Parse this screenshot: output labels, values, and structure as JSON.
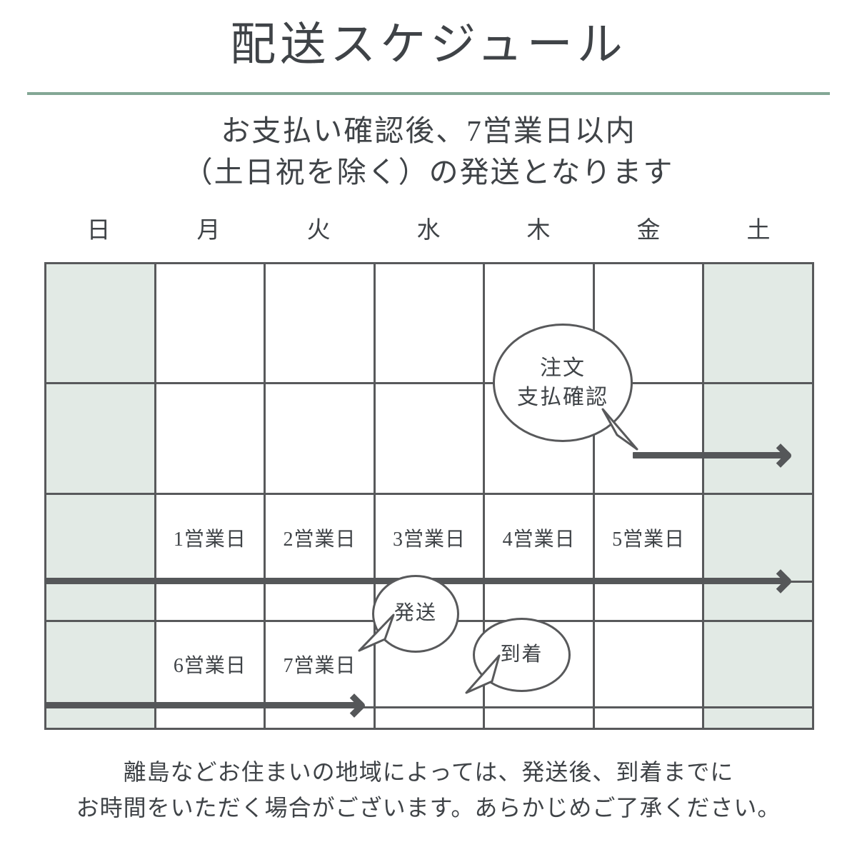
{
  "header": {
    "title": "配送スケジュール",
    "rule_color": "#83a795",
    "subtitle_lines": [
      "お支払い確認後、7営業日以内",
      "（土日祝を除く）の発送となります"
    ]
  },
  "calendar": {
    "weekday_headers": [
      "日",
      "月",
      "火",
      "水",
      "木",
      "金",
      "土"
    ],
    "weekend_fill_color": "#e2eae5",
    "grid_line_color": "#58595b",
    "rows": [
      {
        "cells": [
          "",
          "",
          "",
          "",
          "",
          "",
          ""
        ]
      },
      {
        "cells": [
          "",
          "",
          "",
          "",
          "",
          "",
          ""
        ]
      },
      {
        "cells": [
          "",
          "1営業日",
          "2営業日",
          "3営業日",
          "4営業日",
          "5営業日",
          ""
        ]
      },
      {
        "cells": [
          "",
          "",
          "",
          "",
          "",
          "",
          ""
        ]
      },
      {
        "cells": [
          "",
          "6営業日",
          "7営業日",
          "",
          "",
          "",
          ""
        ]
      },
      {
        "cells": [
          "",
          "",
          "",
          "",
          "",
          "",
          ""
        ]
      }
    ]
  },
  "bubbles": [
    {
      "name": "order-payment",
      "lines": [
        "注文",
        "支払確認"
      ]
    },
    {
      "name": "shipment",
      "lines": [
        "発送"
      ]
    },
    {
      "name": "arrival",
      "lines": [
        "到着"
      ]
    }
  ],
  "arrows": {
    "color": "#555759",
    "count": 3
  },
  "footer": {
    "lines": [
      "離島などお住まいの地域によっては、発送後、到着までに",
      "お時間をいただく場合がございます。あらかじめご了承ください。"
    ]
  }
}
